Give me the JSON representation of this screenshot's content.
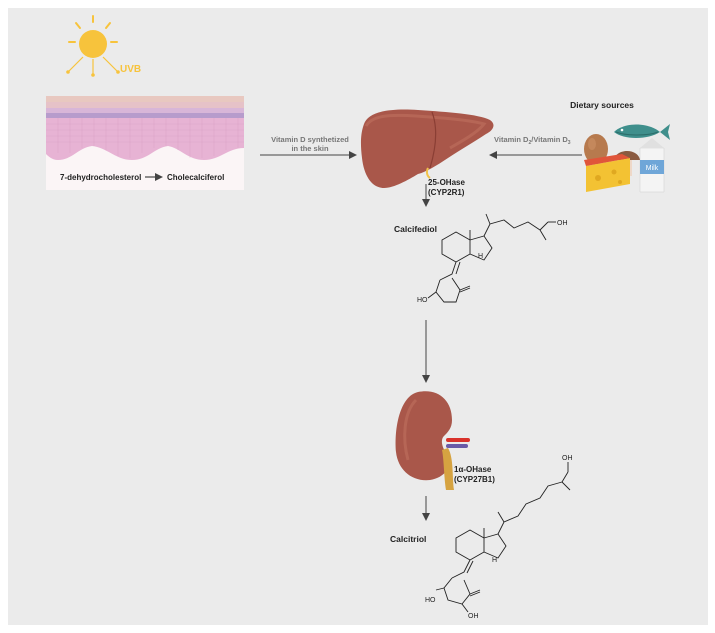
{
  "sun": {
    "label": "UVB",
    "color": "#f7c33c"
  },
  "skin": {
    "reactant": "7-dehydrocholesterol",
    "product": "Cholecalciferol"
  },
  "arrows": {
    "skin_to_liver": [
      "Vitamin D synthetized",
      "in the skin"
    ],
    "diet_to_liver": {
      "main": "Vitamin D",
      "sub1": "2",
      "mid": "/Vitamin D",
      "sub2": "3"
    }
  },
  "dietary": {
    "title": "Dietary sources",
    "milk_label": "Milk"
  },
  "liver": {
    "enzyme_line1": "25-OHase",
    "enzyme_line2": "(CYP2R1)"
  },
  "calcifediol": {
    "name": "Calcifediol",
    "atoms": {
      "h": "H",
      "oh_tail": "OH",
      "ho_ring": "HO"
    }
  },
  "kidney": {
    "enzyme_line1": "1α-OHase",
    "enzyme_line2": "(CYP27B1)"
  },
  "calcitriol": {
    "name": "Calcitriol",
    "atoms": {
      "h": "H",
      "oh_tail": "OH",
      "ho_ring": "HO",
      "oh_ring": "OH"
    }
  }
}
